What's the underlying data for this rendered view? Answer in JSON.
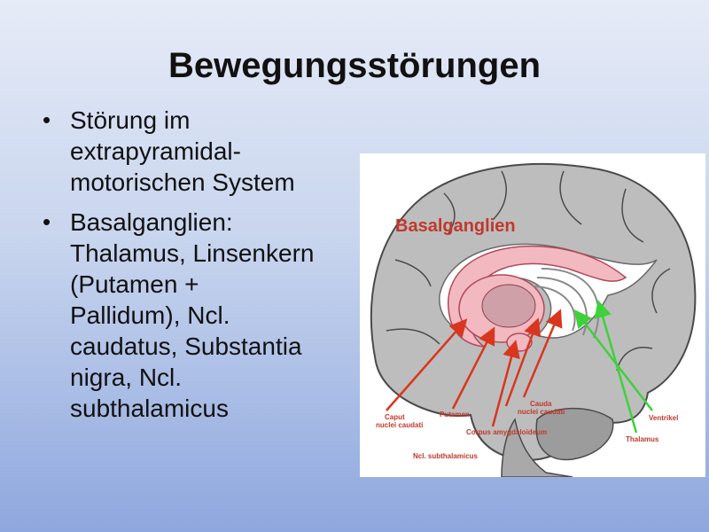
{
  "slide": {
    "title": "Bewegungsstörungen",
    "bullets": [
      {
        "text": "Störung im\nextrapyramidal-\nmotorischen System"
      },
      {
        "text": "Basalganglien:\nThalamus, Linsenkern\n(Putamen +\nPallidum), Ncl.\ncaudatus, Substantia\nnigra, Ncl.\nsubthalamicus"
      }
    ]
  },
  "figure": {
    "heading": "Basalganglien",
    "labels": {
      "caput": "Caput\nnuclei caudati",
      "putamen": "Putamen",
      "cauda": "Cauda\nnuclei caudati",
      "corpus": "Corpus amygdaloideum",
      "subthal": "Ncl. subthalamicus",
      "ventrikel": "Ventrikel",
      "thalamus": "Thalamus"
    },
    "colors": {
      "red_arrow": "#d9361f",
      "green_arrow": "#3fd13a",
      "heading": "#c0392b",
      "brain_gray": "#bdbdbd",
      "basal_pink": "#f2b9c1"
    }
  }
}
